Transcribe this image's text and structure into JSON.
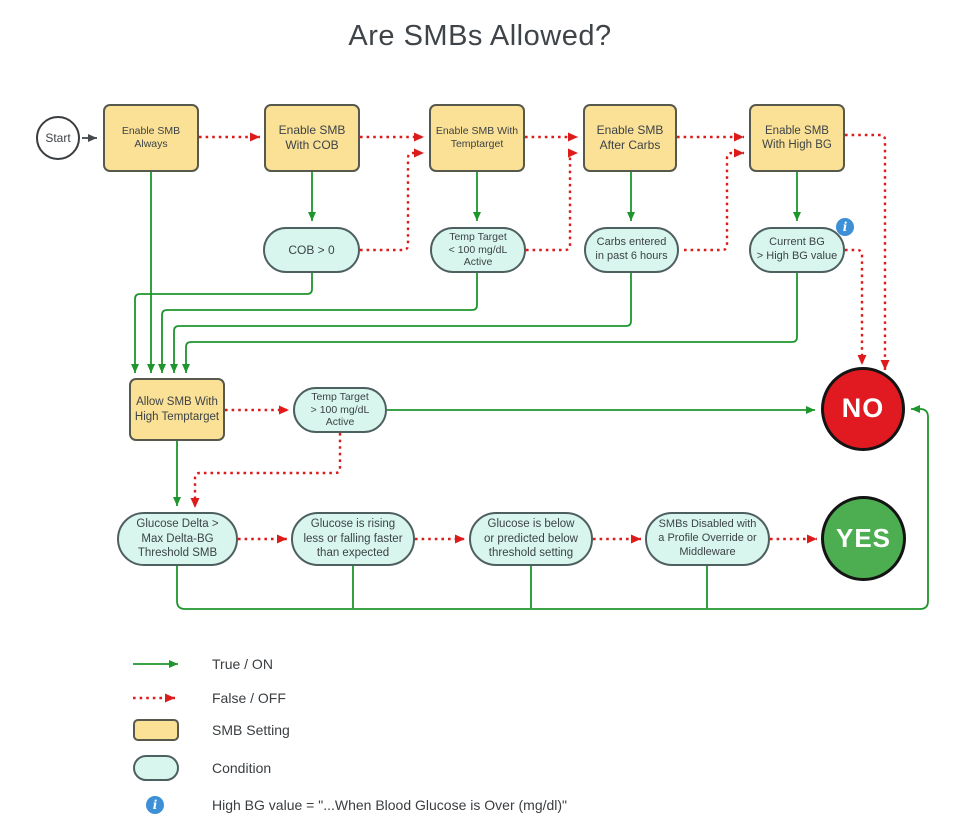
{
  "title": "Are SMBs Allowed?",
  "nodes": {
    "start": "Start",
    "enable_always": "Enable SMB\nAlways",
    "enable_with_cob": "Enable SMB\nWith COB",
    "enable_with_temptarget": "Enable SMB With\nTemptarget",
    "enable_after_carbs": "Enable SMB\nAfter Carbs",
    "enable_with_high_bg": "Enable SMB\nWith High BG",
    "cob_gt_0": "COB > 0",
    "temptarget_lt_100": "Temp Target\n< 100 mg/dL\nActive",
    "carbs_entered": "Carbs entered\nin past 6 hours",
    "current_bg_gt_high": "Current BG\n> High BG value",
    "allow_high_temptarget": "Allow SMB With\nHigh Temptarget",
    "temptarget_gt_100": "Temp Target\n> 100 mg/dL\nActive",
    "glucose_delta": "Glucose Delta >\nMax Delta-BG\nThreshold SMB",
    "glucose_rising": "Glucose is rising\nless or falling faster\nthan expected",
    "glucose_below": "Glucose is below\nor predicted below\nthreshold setting",
    "smbs_disabled": "SMBs Disabled with\na Profile Override or\nMiddleware",
    "no": "NO",
    "yes": "YES"
  },
  "icons": {
    "info_glyph": "i"
  },
  "legend": {
    "true_on": "True / ON",
    "false_off": "False / OFF",
    "smb_setting": "SMB Setting",
    "condition": "Condition",
    "high_bg_note": "High BG value = \"...When Blood Glucose is Over (mg/dl)\""
  },
  "colors": {
    "true_arrow": "#1E962D",
    "false_arrow": "#DE1B1B",
    "smb_setting_fill": "#FBE196",
    "condition_fill": "#D8F6ED",
    "no_fill": "#E01A20",
    "yes_fill": "#4CAE50",
    "info_icon": "#3D8FD6",
    "title_text": "#3f4449"
  }
}
